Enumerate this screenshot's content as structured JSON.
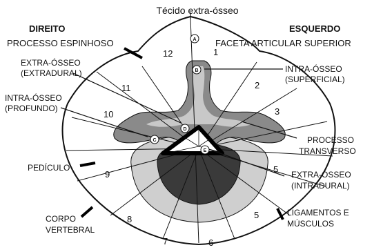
{
  "title": "Técido extra-ósseo",
  "left_side": {
    "heading": "DIREITO",
    "subheading": "PROCESSO ESPINHOSO"
  },
  "right_side": {
    "heading": "ESQUERDO",
    "subheading": "FACETA ARTICULAR SUPERIOR"
  },
  "labels": {
    "extra_osseo_extradural": [
      "EXTRA-ÓSSEO",
      "(EXTRADURAL)"
    ],
    "intra_osseo_profundo": [
      "INTRA-ÓSSEO",
      "(PROFUNDO)"
    ],
    "pediculo": "PEDÍCULO",
    "corpo_vertebral": [
      "CORPO",
      "VERTEBRAL"
    ],
    "intra_osseo_superficial": [
      "INTRA-ÓSSEO",
      "(SUPERFICIAL)"
    ],
    "processo_transverso": [
      "PROCESSO",
      "TRANSVERSO"
    ],
    "extra_osseo_intradural": [
      "EXTRA-ÓSSEO",
      "(INTRADURAL)"
    ],
    "ligamentos_musculos": [
      "LIGAMENTOS E",
      "MÚSCULOS"
    ]
  },
  "sector_numbers": [
    "12",
    "1",
    "2",
    "3",
    "11",
    "10",
    "9",
    "8",
    "7",
    "6",
    "5",
    "5"
  ],
  "zone_letters": [
    "A",
    "B",
    "C",
    "D",
    "E"
  ]
}
